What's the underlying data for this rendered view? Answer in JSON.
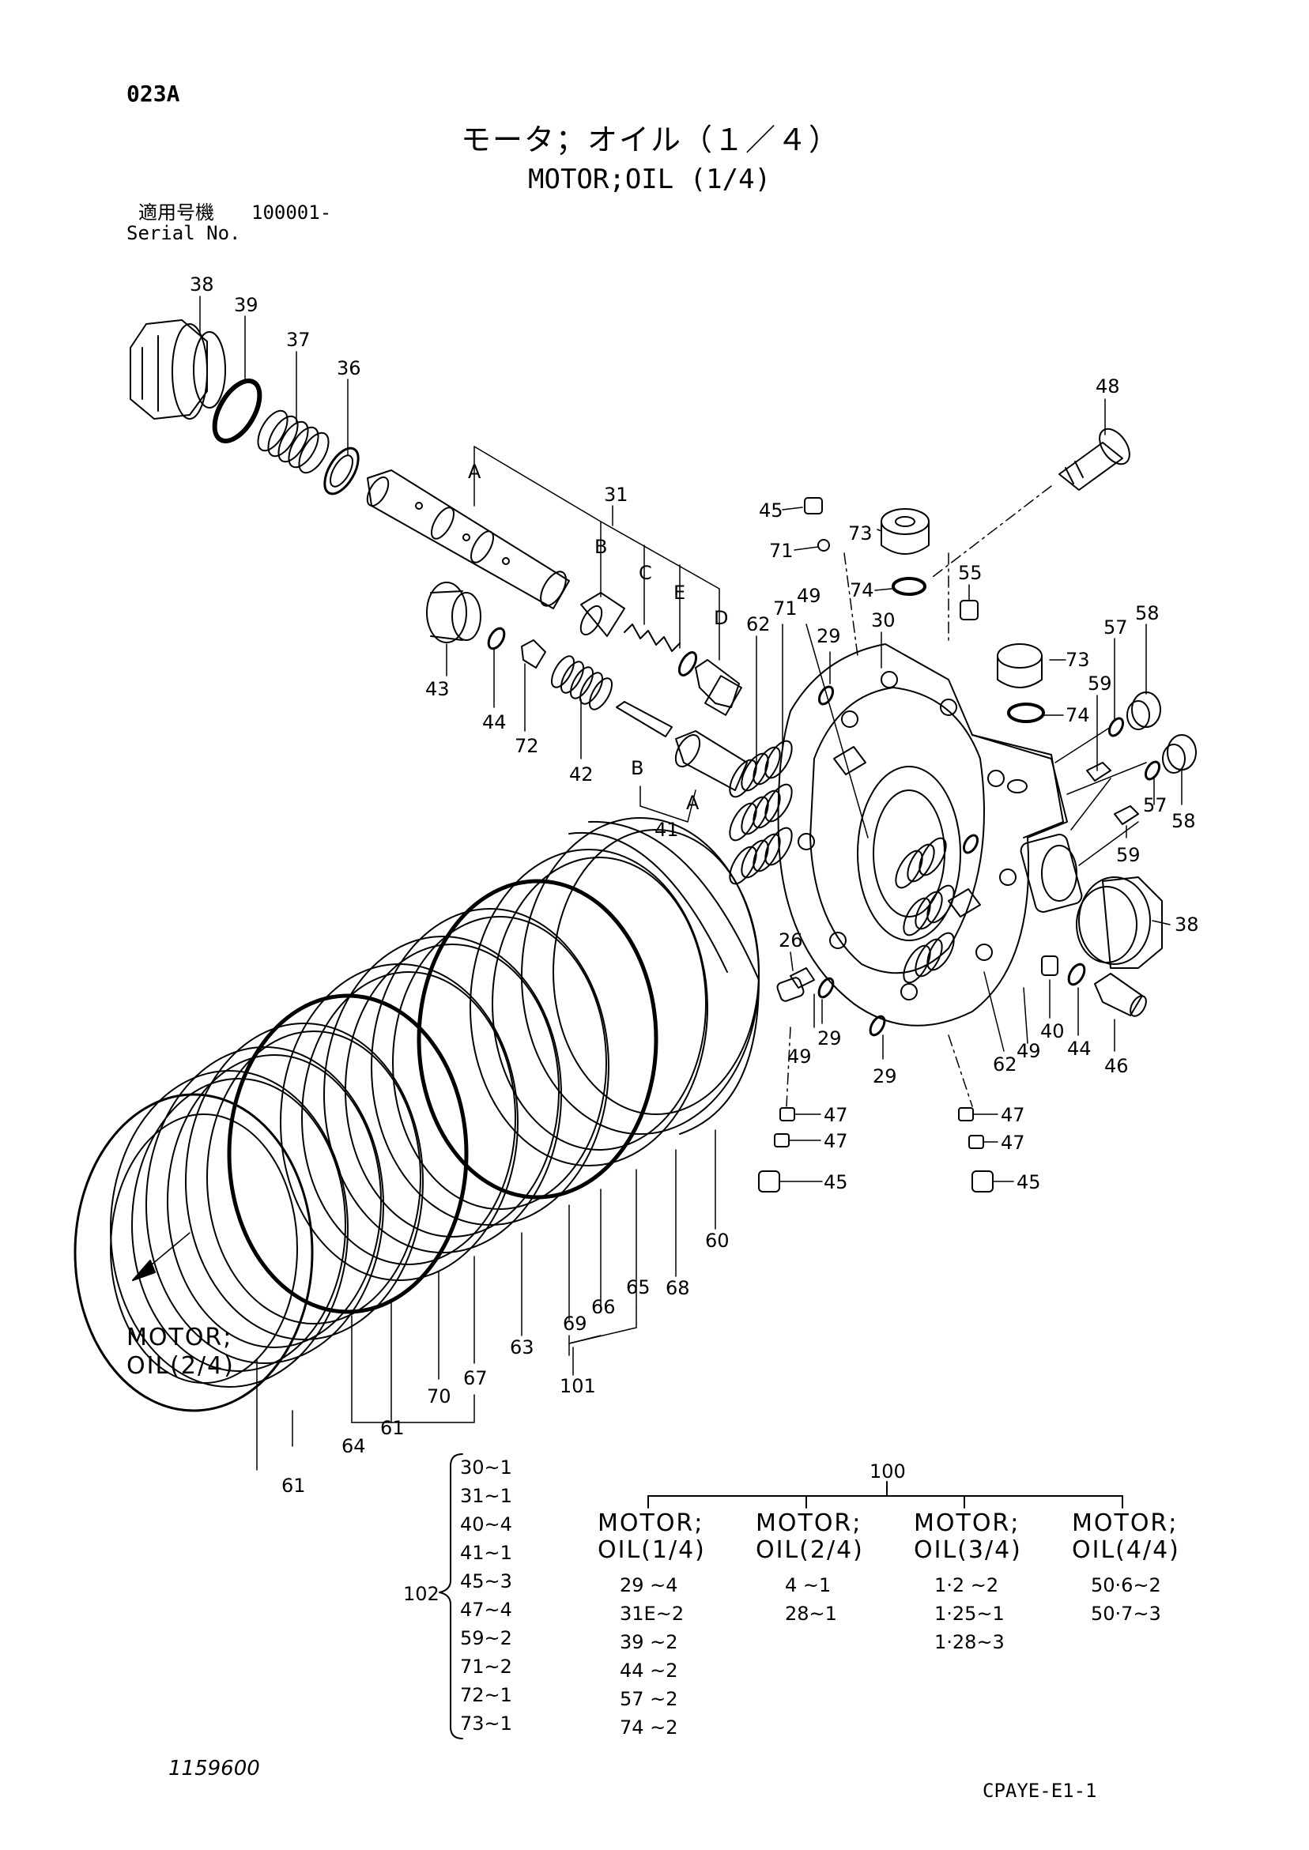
{
  "header": {
    "page_code": "023A",
    "title_jp": "モータ；オイル（１／４）",
    "title_en": "MOTOR;OIL (1/4)",
    "serial_label_jp": "適用号機",
    "serial_label_en": "Serial No.",
    "serial_number": "100001-"
  },
  "callouts": [
    "38",
    "39",
    "37",
    "36",
    "48",
    "31",
    "A",
    "B",
    "C",
    "E",
    "D",
    "45",
    "71",
    "73",
    "74",
    "55",
    "30",
    "29",
    "49",
    "71",
    "62",
    "58",
    "57",
    "73",
    "59",
    "74",
    "43",
    "44",
    "72",
    "42",
    "B",
    "A",
    "41",
    "57",
    "58",
    "59",
    "38",
    "26",
    "40",
    "44",
    "46",
    "29",
    "49",
    "29",
    "62",
    "49",
    "47",
    "47",
    "45",
    "47",
    "47",
    "45",
    "60",
    "68",
    "65",
    "66",
    "69",
    "101",
    "63",
    "67",
    "70",
    "61",
    "64",
    "61"
  ],
  "cross_ref": {
    "line1": "MOTOR;",
    "line2": "OIL(2/4)"
  },
  "kit_102": {
    "label": "102",
    "items": [
      "30~1",
      "31~1",
      "40~4",
      "41~1",
      "45~3",
      "47~4",
      "59~2",
      "71~2",
      "72~1",
      "73~1"
    ]
  },
  "assembly_100": {
    "label": "100",
    "columns": [
      {
        "line1": "MOTOR;",
        "line2": "OIL(1/4)",
        "entries": [
          "29  ~4",
          "31E~2",
          "39  ~2",
          "44  ~2",
          "57  ~2",
          "74  ~2"
        ]
      },
      {
        "line1": "MOTOR;",
        "line2": "OIL(2/4)",
        "entries": [
          "4  ~1",
          "28~1"
        ]
      },
      {
        "line1": "MOTOR;",
        "line2": "OIL(3/4)",
        "entries": [
          "1·2  ~2",
          "1·25~1",
          "1·28~3"
        ]
      },
      {
        "line1": "MOTOR;",
        "line2": "OIL(4/4)",
        "entries": [
          "50·6~2",
          "50·7~3"
        ]
      }
    ]
  },
  "footer": {
    "part_code": "1159600",
    "doc_code": "CPAYE-E1-1"
  }
}
